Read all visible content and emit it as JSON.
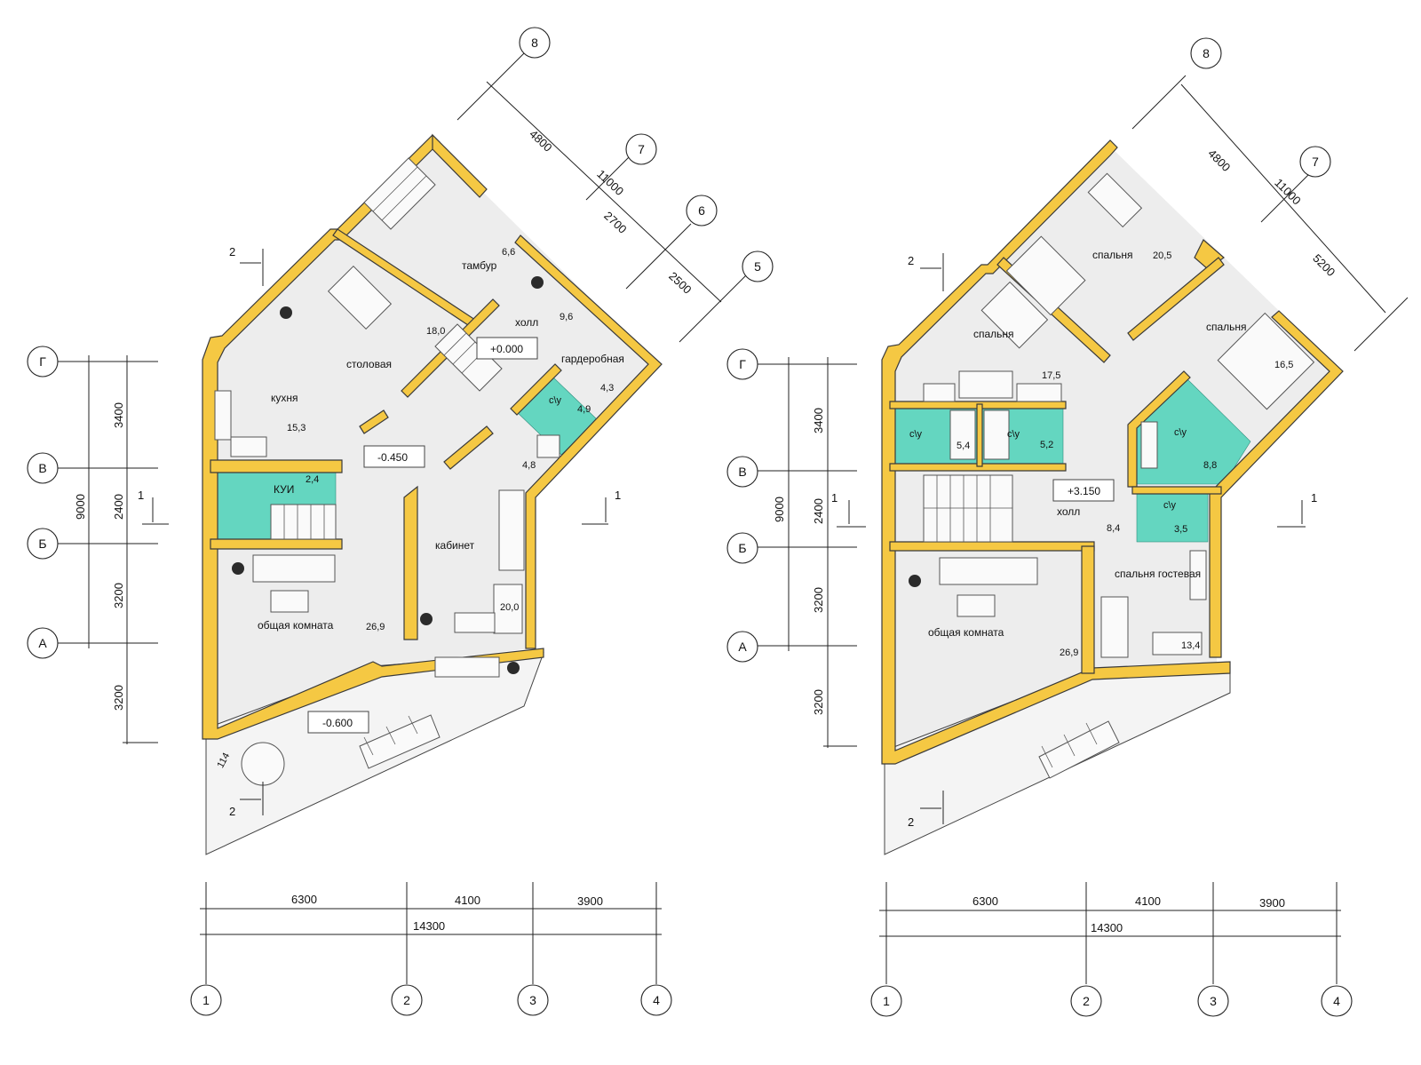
{
  "plans": [
    {
      "name": "left",
      "rooms": [
        {
          "label": "тамбур",
          "area": "6,6"
        },
        {
          "label": "холл",
          "area": "9,6"
        },
        {
          "label": "гардеробная",
          "area": "4,3"
        },
        {
          "label": "столовая",
          "area": "18,0"
        },
        {
          "label": "кухня",
          "area": "15,3"
        },
        {
          "label": "КУИ",
          "area": "2,4"
        },
        {
          "label": "с\\у",
          "area": "4,9"
        },
        {
          "label": "кабинет",
          "area": "20,0"
        },
        {
          "label": "общая комната",
          "area": "26,9"
        }
      ],
      "extra_areas": [
        "4,8"
      ],
      "levels": [
        "+0.000",
        "-0.450",
        "-0.600"
      ],
      "angle_label": "114",
      "axes_top": [
        "8",
        "7",
        "6",
        "5"
      ],
      "dims_diag": [
        "4800",
        "11000",
        "2700",
        "2500"
      ],
      "axes_left": [
        "Г",
        "В",
        "Б",
        "А"
      ],
      "dims_left_small": [
        "3400",
        "2400",
        "3200",
        "3200"
      ],
      "dims_left_total": "9000",
      "axes_bottom": [
        "1",
        "2",
        "3",
        "4"
      ],
      "dims_bottom": [
        "6300",
        "4100",
        "3900"
      ],
      "dims_bottom_total": "14300",
      "section_marks": [
        "2",
        "1",
        "1",
        "2"
      ]
    },
    {
      "name": "right",
      "rooms": [
        {
          "label": "спальня",
          "area": "20,5"
        },
        {
          "label": "спальня",
          "area": "16,5"
        },
        {
          "label": "спальня",
          "area": "17,5"
        },
        {
          "label": "с\\у",
          "area": "5,4"
        },
        {
          "label": "с\\у",
          "area": "5,2"
        },
        {
          "label": "с\\у",
          "area": "8,8"
        },
        {
          "label": "с\\у",
          "area": "3,5"
        },
        {
          "label": "холл",
          "area": "8,4"
        },
        {
          "label": "спальня гостевая",
          "area": "13,4"
        },
        {
          "label": "общая комната",
          "area": "26,9"
        }
      ],
      "levels": [
        "+3.150"
      ],
      "axes_top": [
        "8",
        "7"
      ],
      "dims_diag": [
        "4800",
        "11000",
        "5200"
      ],
      "axes_left": [
        "Г",
        "В",
        "Б",
        "А"
      ],
      "dims_left_small": [
        "3400",
        "2400",
        "3200",
        "3200"
      ],
      "dims_left_total": "9000",
      "axes_bottom": [
        "1",
        "2",
        "3",
        "4"
      ],
      "dims_bottom": [
        "6300",
        "4100",
        "3900"
      ],
      "dims_bottom_total": "14300",
      "section_marks": [
        "2",
        "1",
        "1",
        "2"
      ]
    }
  ],
  "colors": {
    "wall": "#f5c843",
    "tile": "#64d6c0",
    "floor": "#ededed"
  }
}
